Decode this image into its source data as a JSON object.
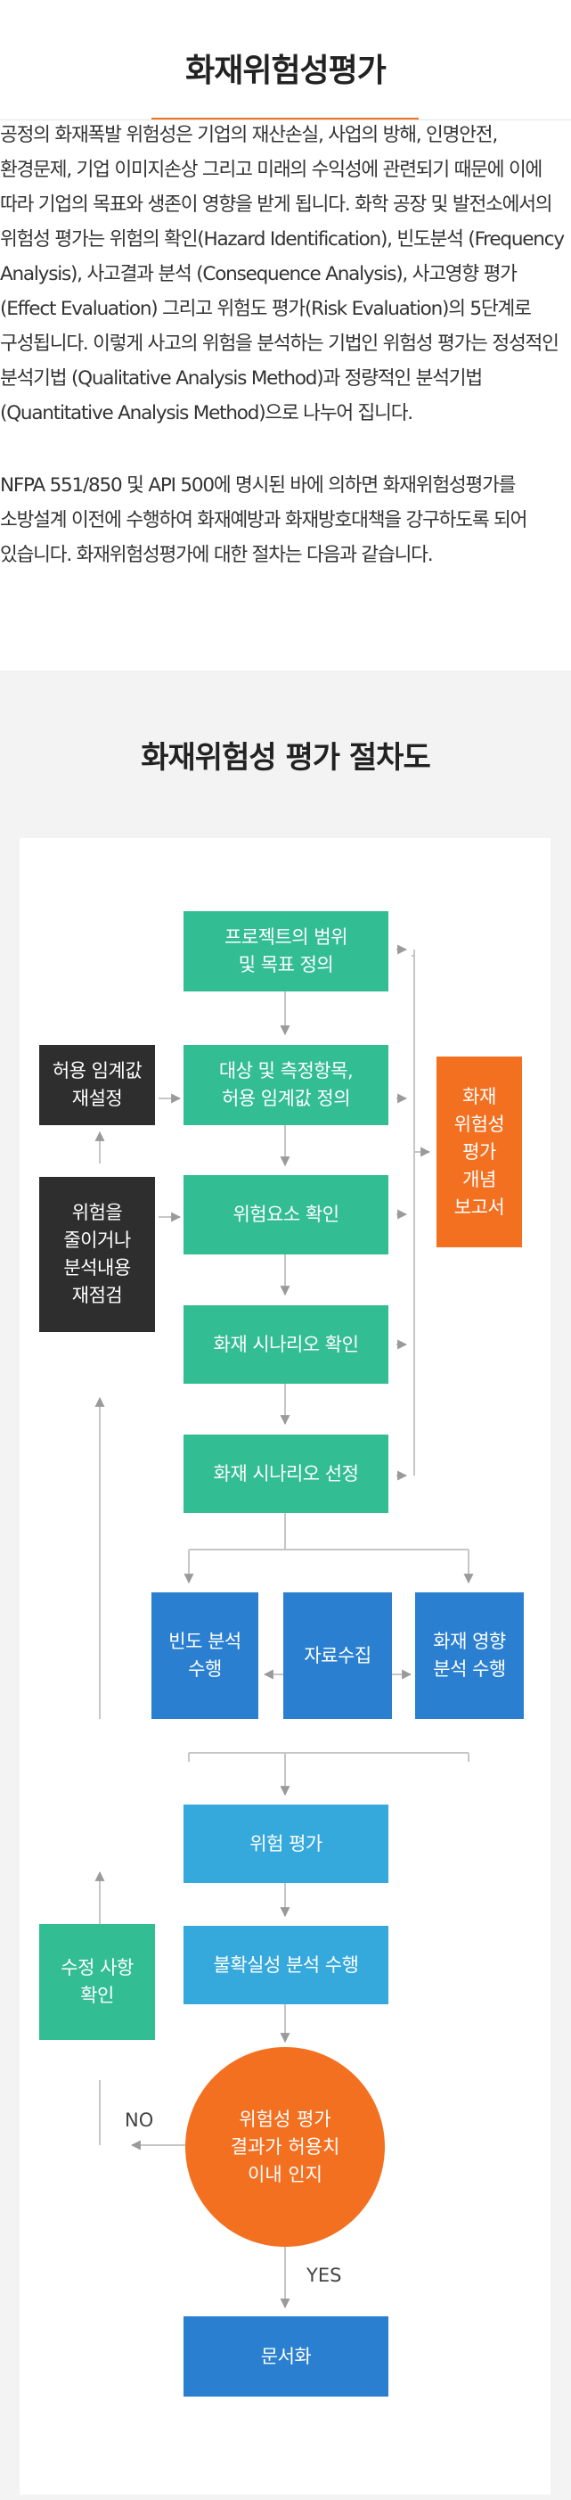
{
  "page": {
    "title": "화재위험성평가",
    "para1": "공정의 화재폭발 위험성은 기업의 재산손실, 사업의 방해, 인명안전, 환경문제, 기업 이미지손상 그리고 미래의 수익성에 관련되기 때문에 이에 따라 기업의 목표와 생존이 영향을 받게 됩니다. 화학 공장 및 발전소에서의 위험성 평가는 위험의 확인(Hazard Identification), 빈도분석 (Frequency Analysis), 사고결과 분석 (Consequence Analysis), 사고영향 평가(Effect Evaluation) 그리고 위험도 평가(Risk Evaluation)의 5단계로 구성됩니다. 이렇게 사고의 위험을 분석하는 기법인 위험성 평가는 정성적인 분석기법 (Qualitative Analysis Method)과 정량적인 분석기법 (Quantitative Analysis Method)으로 나누어 집니다.",
    "para2": "NFPA 551/850 및 API 500에 명시된 바에 의하면 화재위험성평가를 소방설계 이전에 수행하여 화재예방과 화재방호대책을 강구하도록 되어 있습니다. 화재위험성평가에 대한 절차는 다음과 같습니다."
  },
  "flow": {
    "title": "화재위험성 평가 절차도",
    "colors": {
      "teal": "#33bd92",
      "dark": "#2e2e2e",
      "orange": "#f37021",
      "blue": "#2a7fd0",
      "sky": "#36a9dc"
    },
    "steps": {
      "scope": [
        "프로젝트의 범위",
        "및 목표 정의"
      ],
      "target": [
        "대상 및 측정항목,",
        "허용 임계값 정의"
      ],
      "hazard": [
        "위험요소 확인"
      ],
      "scenario_id": [
        "화재 시나리오 확인"
      ],
      "scenario_sel": [
        "화재 시나리오 선정"
      ],
      "freq": [
        "빈도 분석",
        "수행"
      ],
      "data": [
        "자료수집"
      ],
      "impact": [
        "화재 영향",
        "분석 수행"
      ],
      "risk": [
        "위험 평가"
      ],
      "uncert": [
        "불확실성 분석 수행"
      ],
      "doc": [
        "문서화"
      ]
    },
    "side": {
      "threshold": [
        "허용 임계값",
        "재설정"
      ],
      "reduce": [
        "위험을",
        "줄이거나",
        "분석내용",
        "재점검"
      ],
      "modify": [
        "수정 사항",
        "확인"
      ],
      "report": [
        "화재",
        "위험성",
        "평가",
        "개념",
        "보고서"
      ]
    },
    "decision": [
      "위험성 평가",
      "결과가 허용치",
      "이내 인지"
    ],
    "labels": {
      "no": "NO",
      "yes": "YES"
    }
  }
}
